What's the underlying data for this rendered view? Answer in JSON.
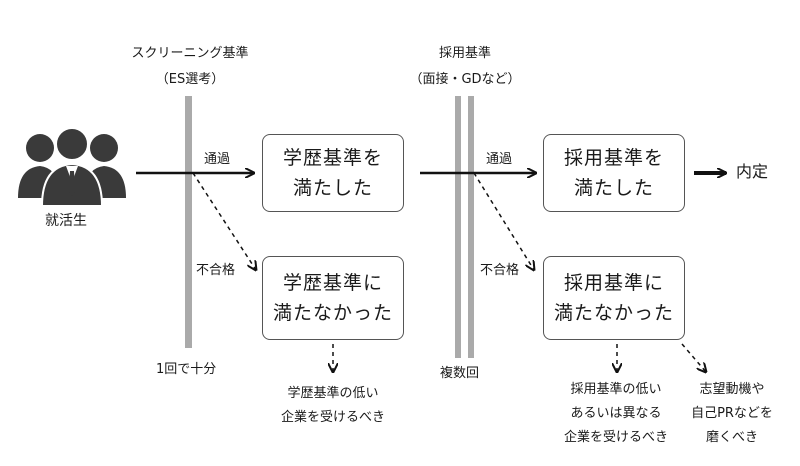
{
  "screening": {
    "title": "スクリーニング基準",
    "subtitle": "（ES選考）",
    "note": "1回で十分"
  },
  "hiring": {
    "title": "採用基準",
    "subtitle": "（面接・GDなど）",
    "note": "複数回"
  },
  "applicant_label": "就活生",
  "pass_label_1": "通過",
  "fail_label_1": "不合格",
  "pass_label_2": "通過",
  "fail_label_2": "不合格",
  "box_screen_pass": "学歴基準を\n満たした",
  "box_screen_fail": "学歴基準に\n満たなかった",
  "box_hire_pass": "採用基準を\n満たした",
  "box_hire_fail": "採用基準に\n満たなかった",
  "result_offer": "内定",
  "advice_screen": [
    "学歴基準の低い",
    "企業を受けるべき"
  ],
  "advice_hire_a": [
    "採用基準の低い",
    "あるいは異なる",
    "企業を受けるべき"
  ],
  "advice_hire_b": [
    "志望動機や",
    "自己PRなどを",
    "磨くべき"
  ],
  "colors": {
    "line": "#111111",
    "bar": "#aaaaaa",
    "box_border": "#555555",
    "icon": "#3a3a3a"
  }
}
